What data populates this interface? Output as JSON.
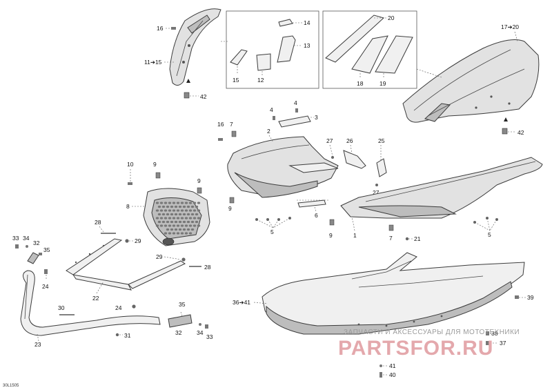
{
  "diagram": {
    "reference_code": "30L1505",
    "watermark": {
      "line1": "ЗАПЧАСТИ И АКСЕССУАРЫ ДЛЯ МОТОТЕХНИКИ",
      "line2": "PARTSFOR.RU"
    },
    "callouts": {
      "c16a": "16",
      "c11_15": "11➔15",
      "c42a": "42",
      "c14": "14",
      "c13": "13",
      "c15": "15",
      "c12": "12",
      "c20": "20",
      "c18": "18",
      "c19": "19",
      "c17_20": "17➔20",
      "c42b": "42",
      "c4a": "4",
      "c4b": "4",
      "c3": "3",
      "c16b": "16",
      "c7a": "7",
      "c2": "2",
      "c27a": "27",
      "c26": "26",
      "c25": "25",
      "c27b": "27",
      "c10": "10",
      "c9a": "9",
      "c9b": "9",
      "c8": "8",
      "c9c": "9",
      "c6": "6",
      "c5a": "5",
      "c9d": "9",
      "c1": "1",
      "c7b": "7",
      "c21": "21",
      "c5b": "5",
      "c28a": "28",
      "c29a": "29",
      "c33a": "33",
      "c34a": "34",
      "c32a": "32",
      "c35a": "35",
      "c29b": "29",
      "c28b": "28",
      "c24a": "24",
      "c22": "22",
      "c24b": "24",
      "c30": "30",
      "c31": "31",
      "c23": "23",
      "c35b": "35",
      "c32b": "32",
      "c34b": "34",
      "c33b": "33",
      "c36_41": "36➔41",
      "c39": "39",
      "c38": "38",
      "c37": "37",
      "c41": "41",
      "c40": "40"
    }
  }
}
